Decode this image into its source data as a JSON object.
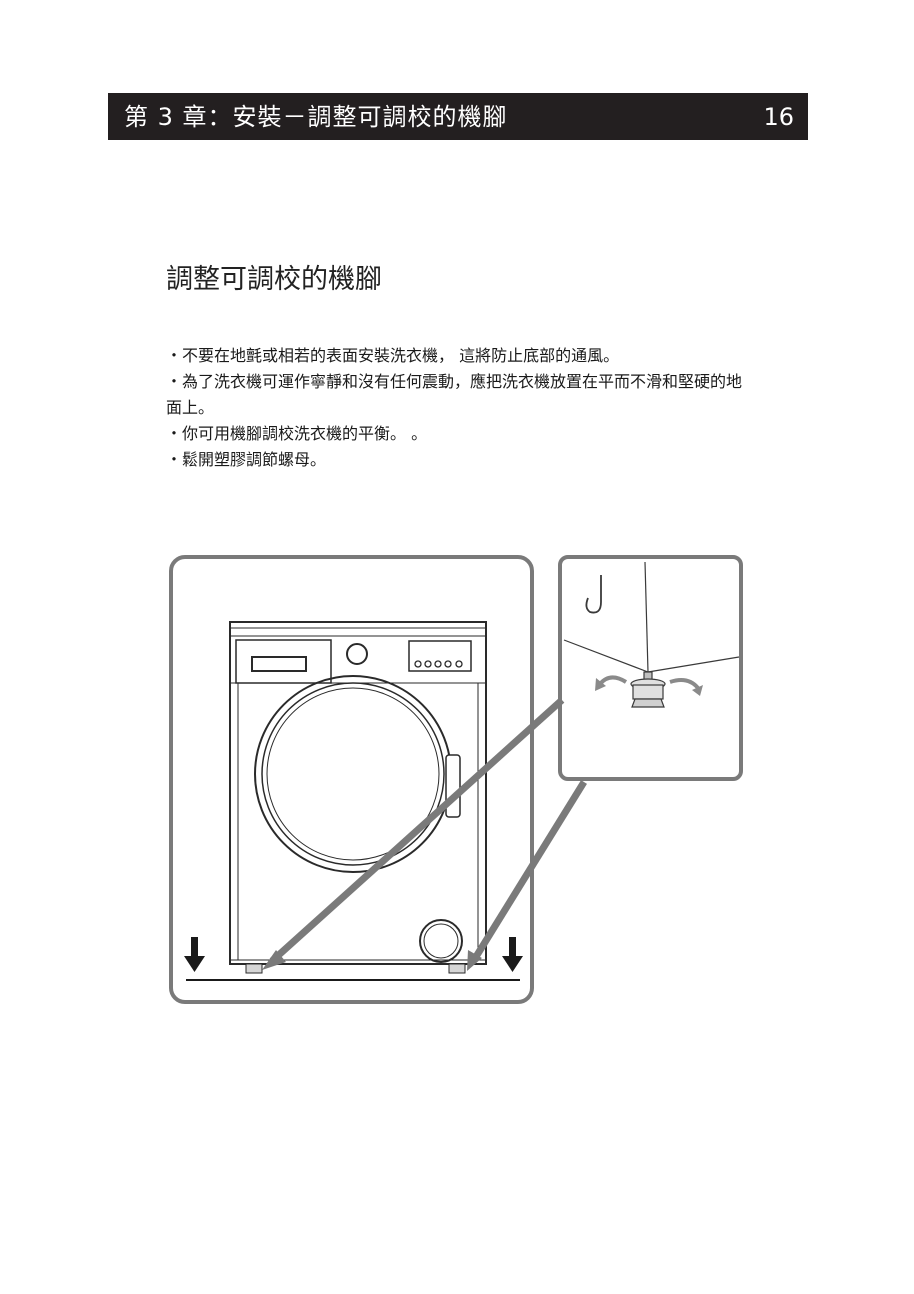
{
  "header": {
    "title": "第 3 章：安裝－調整可調校的機腳",
    "page_number": "16"
  },
  "section": {
    "title": "調整可調校的機腳"
  },
  "instructions": [
    "・不要在地氈或相若的表面安裝洗衣機， 這將防止底部的通風。",
    "・為了洗衣機可運作寧靜和沒有任何震動，應把洗衣機放置在平而不滑和堅硬的地面上。",
    "・你可用機腳調校洗衣機的平衡。 。",
    "・鬆開塑膠調節螺母。"
  ],
  "colors": {
    "header_background": "#231f20",
    "header_text": "#ffffff",
    "figure_frame": "#7a7a7a",
    "pointer_arrow": "#7a7a7a",
    "machine_line": "#2a2a2a"
  }
}
